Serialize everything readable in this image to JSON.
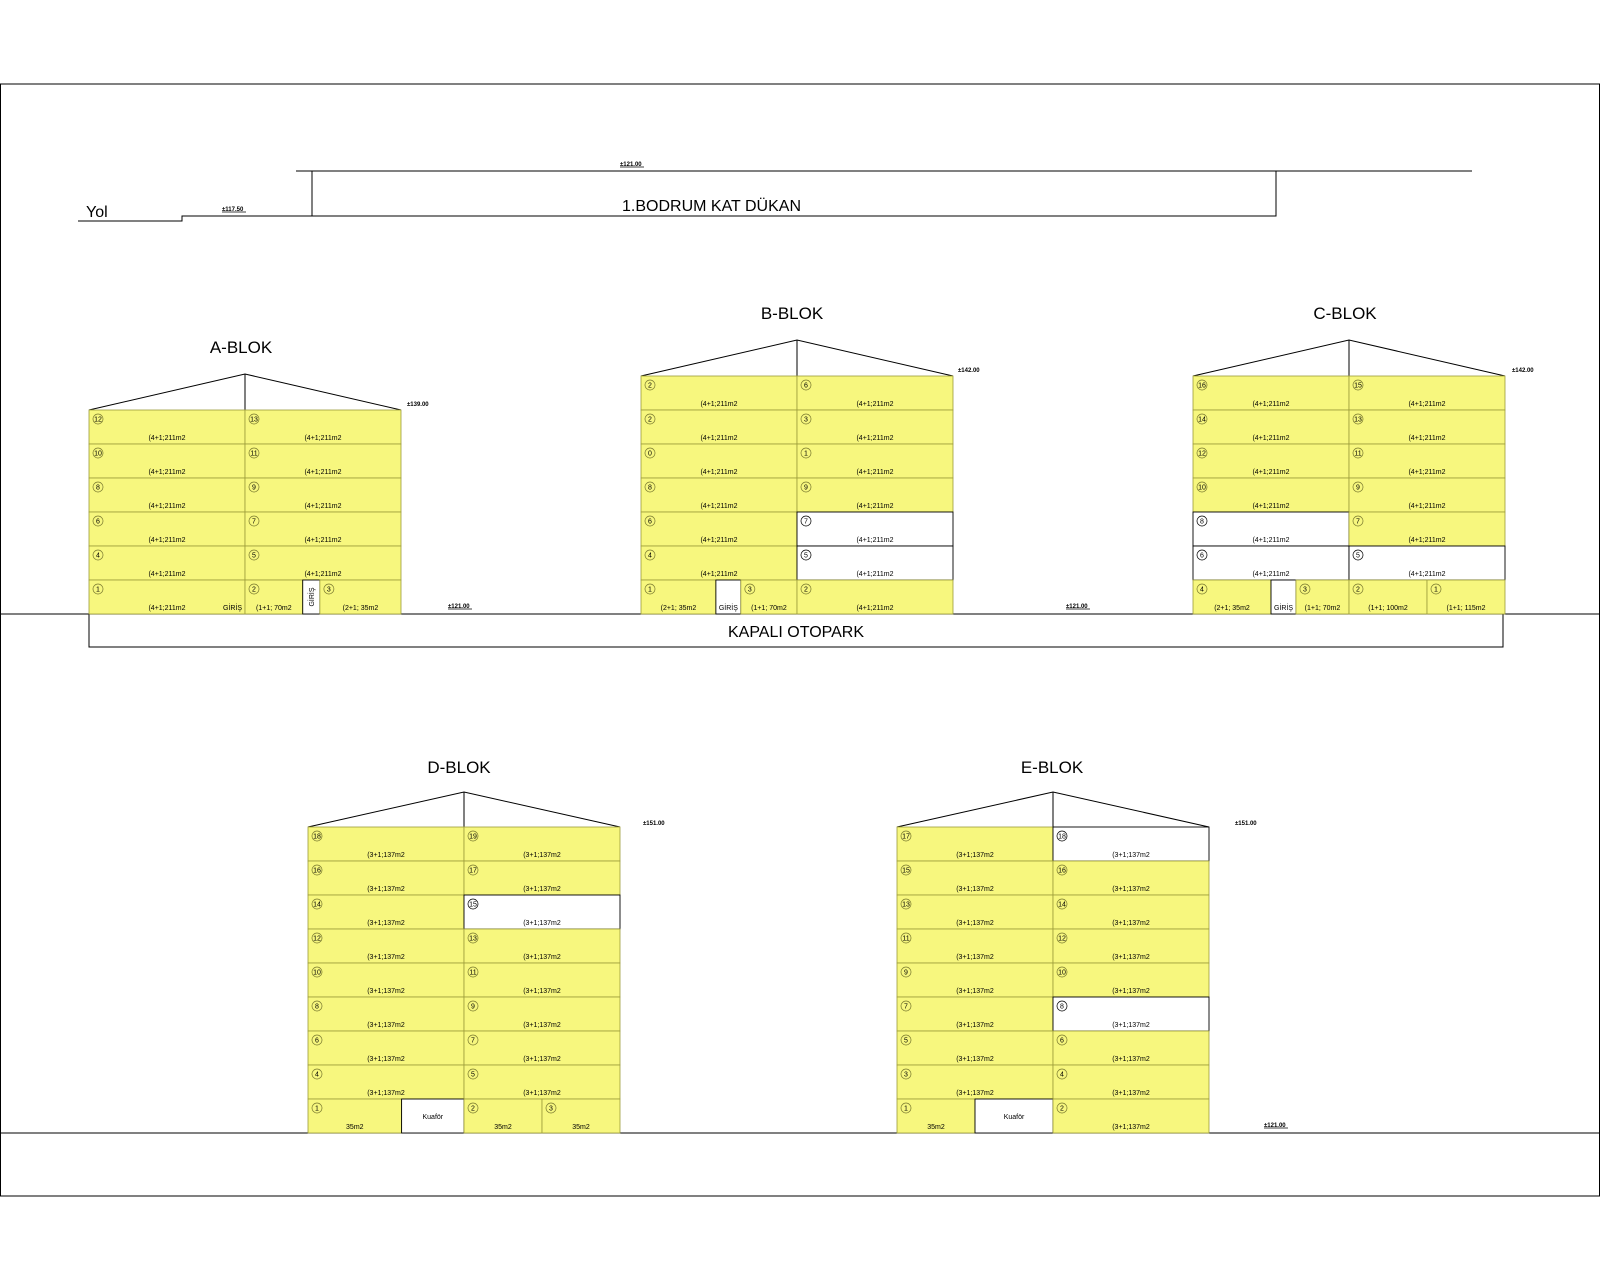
{
  "top": {
    "road_label": "Yol",
    "road_elev": "±117.50",
    "shop_label": "1.BODRUM KAT DÜKAN",
    "shop_elev": "±121.00"
  },
  "parking": {
    "label": "KAPALI OTOPARK",
    "elev_left": "±121.00",
    "elev_right": "±121.00"
  },
  "blocks": [
    {
      "key": "a",
      "title": "A-BLOK",
      "roof_elev": "±139.00",
      "floors": [
        {
          "cells": [
            {
              "span": 1,
              "num": "12",
              "desc": "(4+1;211m2"
            },
            {
              "span": 1,
              "num": "13",
              "desc": "(4+1;211m2"
            }
          ]
        },
        {
          "cells": [
            {
              "span": 1,
              "num": "10",
              "desc": "(4+1;211m2"
            },
            {
              "span": 1,
              "num": "11",
              "desc": "(4+1;211m2"
            }
          ]
        },
        {
          "cells": [
            {
              "span": 1,
              "num": "8",
              "desc": "(4+1;211m2"
            },
            {
              "span": 1,
              "num": "9",
              "desc": "(4+1;211m2"
            }
          ]
        },
        {
          "cells": [
            {
              "span": 1,
              "num": "6",
              "desc": "(4+1;211m2"
            },
            {
              "span": 1,
              "num": "7",
              "desc": "(4+1;211m2"
            }
          ]
        },
        {
          "cells": [
            {
              "span": 1,
              "num": "4",
              "desc": "(4+1;211m2"
            },
            {
              "span": 1,
              "num": "5",
              "desc": "(4+1;211m2"
            }
          ]
        },
        {
          "cells": [
            {
              "span": 1,
              "num": "1",
              "desc": "(4+1;211m2",
              "extra": "GİRİŞ"
            },
            {
              "span": 0.37,
              "num": "2",
              "desc": "(1+1; 70m2"
            },
            {
              "span": 0.11,
              "white": true,
              "vtext": "GİRİŞ"
            },
            {
              "span": 0.52,
              "num": "3",
              "desc": "(2+1; 35m2"
            }
          ]
        }
      ]
    },
    {
      "key": "b",
      "title": "B-BLOK",
      "roof_elev": "±142.00",
      "floors": [
        {
          "cells": [
            {
              "span": 1,
              "num": "2",
              "desc": "(4+1;211m2"
            },
            {
              "span": 1,
              "num": "6",
              "desc": "(4+1;211m2"
            }
          ]
        },
        {
          "cells": [
            {
              "span": 1,
              "num": "2",
              "desc": "(4+1;211m2"
            },
            {
              "span": 1,
              "num": "3",
              "desc": "(4+1;211m2"
            }
          ]
        },
        {
          "cells": [
            {
              "span": 1,
              "num": "0",
              "desc": "(4+1;211m2"
            },
            {
              "span": 1,
              "num": "1",
              "desc": "(4+1;211m2"
            }
          ]
        },
        {
          "cells": [
            {
              "span": 1,
              "num": "8",
              "desc": "(4+1;211m2"
            },
            {
              "span": 1,
              "num": "9",
              "desc": "(4+1;211m2"
            }
          ]
        },
        {
          "cells": [
            {
              "span": 1,
              "num": "6",
              "desc": "(4+1;211m2"
            },
            {
              "span": 1,
              "num": "7",
              "desc": "(4+1;211m2",
              "white": true
            }
          ]
        },
        {
          "cells": [
            {
              "span": 1,
              "num": "4",
              "desc": "(4+1;211m2"
            },
            {
              "span": 1,
              "num": "5",
              "desc": "(4+1;211m2",
              "white": true
            }
          ]
        },
        {
          "cells": [
            {
              "span": 0.48,
              "num": "1",
              "desc": "(2+1; 35m2"
            },
            {
              "span": 0.16,
              "white": true,
              "btext": "GİRİŞ"
            },
            {
              "span": 0.36,
              "num": "3",
              "desc": "(1+1; 70m2"
            },
            {
              "span": 1,
              "num": "2",
              "desc": "(4+1;211m2"
            }
          ]
        }
      ]
    },
    {
      "key": "c",
      "title": "C-BLOK",
      "roof_elev": "±142.00",
      "floors": [
        {
          "cells": [
            {
              "span": 1,
              "num": "16",
              "desc": "(4+1;211m2"
            },
            {
              "span": 1,
              "num": "15",
              "desc": "(4+1;211m2"
            }
          ]
        },
        {
          "cells": [
            {
              "span": 1,
              "num": "14",
              "desc": "(4+1;211m2"
            },
            {
              "span": 1,
              "num": "13",
              "desc": "(4+1;211m2"
            }
          ]
        },
        {
          "cells": [
            {
              "span": 1,
              "num": "12",
              "desc": "(4+1;211m2"
            },
            {
              "span": 1,
              "num": "11",
              "desc": "(4+1;211m2"
            }
          ]
        },
        {
          "cells": [
            {
              "span": 1,
              "num": "10",
              "desc": "(4+1;211m2"
            },
            {
              "span": 1,
              "num": "9",
              "desc": "(4+1;211m2"
            }
          ]
        },
        {
          "cells": [
            {
              "span": 1,
              "num": "8",
              "desc": "(4+1;211m2",
              "white": true
            },
            {
              "span": 1,
              "num": "7",
              "desc": "(4+1;211m2"
            }
          ]
        },
        {
          "cells": [
            {
              "span": 1,
              "num": "6",
              "desc": "(4+1;211m2",
              "white": true
            },
            {
              "span": 1,
              "num": "5",
              "desc": "(4+1;211m2",
              "white": true
            }
          ]
        },
        {
          "cells": [
            {
              "span": 0.5,
              "num": "4",
              "desc": "(2+1; 35m2"
            },
            {
              "span": 0.16,
              "white": true,
              "btext": "GİRİŞ"
            },
            {
              "span": 0.34,
              "num": "3",
              "desc": "(1+1; 70m2"
            },
            {
              "span": 0.5,
              "num": "2",
              "desc": "(1+1; 100m2"
            },
            {
              "span": 0.5,
              "num": "1",
              "desc": "(1+1; 115m2"
            }
          ]
        }
      ]
    },
    {
      "key": "d",
      "title": "D-BLOK",
      "roof_elev": "±151.00",
      "floors": [
        {
          "cells": [
            {
              "span": 1,
              "num": "18",
              "desc": "(3+1;137m2"
            },
            {
              "span": 1,
              "num": "19",
              "desc": "(3+1;137m2"
            }
          ]
        },
        {
          "cells": [
            {
              "span": 1,
              "num": "16",
              "desc": "(3+1;137m2"
            },
            {
              "span": 1,
              "num": "17",
              "desc": "(3+1;137m2"
            }
          ]
        },
        {
          "cells": [
            {
              "span": 1,
              "num": "14",
              "desc": "(3+1;137m2"
            },
            {
              "span": 1,
              "num": "15",
              "desc": "(3+1;137m2",
              "white": true
            }
          ]
        },
        {
          "cells": [
            {
              "span": 1,
              "num": "12",
              "desc": "(3+1;137m2"
            },
            {
              "span": 1,
              "num": "13",
              "desc": "(3+1;137m2"
            }
          ]
        },
        {
          "cells": [
            {
              "span": 1,
              "num": "10",
              "desc": "(3+1;137m2"
            },
            {
              "span": 1,
              "num": "11",
              "desc": "(3+1;137m2"
            }
          ]
        },
        {
          "cells": [
            {
              "span": 1,
              "num": "8",
              "desc": "(3+1;137m2"
            },
            {
              "span": 1,
              "num": "9",
              "desc": "(3+1;137m2"
            }
          ]
        },
        {
          "cells": [
            {
              "span": 1,
              "num": "6",
              "desc": "(3+1;137m2"
            },
            {
              "span": 1,
              "num": "7",
              "desc": "(3+1;137m2"
            }
          ]
        },
        {
          "cells": [
            {
              "span": 1,
              "num": "4",
              "desc": "(3+1;137m2"
            },
            {
              "span": 1,
              "num": "5",
              "desc": "(3+1;137m2"
            }
          ]
        },
        {
          "cells": [
            {
              "span": 0.6,
              "num": "1",
              "desc": "35m2"
            },
            {
              "span": 0.4,
              "white": true,
              "ctext": "Kuaför"
            },
            {
              "span": 0.5,
              "num": "2",
              "desc": "35m2"
            },
            {
              "span": 0.5,
              "num": "3",
              "desc": "35m2"
            }
          ]
        }
      ]
    },
    {
      "key": "e",
      "title": "E-BLOK",
      "roof_elev": "±151.00",
      "floors": [
        {
          "cells": [
            {
              "span": 1,
              "num": "17",
              "desc": "(3+1;137m2"
            },
            {
              "span": 1,
              "num": "18",
              "desc": "(3+1;137m2",
              "white": true
            }
          ]
        },
        {
          "cells": [
            {
              "span": 1,
              "num": "15",
              "desc": "(3+1;137m2"
            },
            {
              "span": 1,
              "num": "16",
              "desc": "(3+1;137m2"
            }
          ]
        },
        {
          "cells": [
            {
              "span": 1,
              "num": "13",
              "desc": "(3+1;137m2"
            },
            {
              "span": 1,
              "num": "14",
              "desc": "(3+1;137m2"
            }
          ]
        },
        {
          "cells": [
            {
              "span": 1,
              "num": "11",
              "desc": "(3+1;137m2"
            },
            {
              "span": 1,
              "num": "12",
              "desc": "(3+1;137m2"
            }
          ]
        },
        {
          "cells": [
            {
              "span": 1,
              "num": "9",
              "desc": "(3+1;137m2"
            },
            {
              "span": 1,
              "num": "10",
              "desc": "(3+1;137m2"
            }
          ]
        },
        {
          "cells": [
            {
              "span": 1,
              "num": "7",
              "desc": "(3+1;137m2"
            },
            {
              "span": 1,
              "num": "8",
              "desc": "(3+1;137m2",
              "white": true
            }
          ]
        },
        {
          "cells": [
            {
              "span": 1,
              "num": "5",
              "desc": "(3+1;137m2"
            },
            {
              "span": 1,
              "num": "6",
              "desc": "(3+1;137m2"
            }
          ]
        },
        {
          "cells": [
            {
              "span": 1,
              "num": "3",
              "desc": "(3+1;137m2"
            },
            {
              "span": 1,
              "num": "4",
              "desc": "(3+1;137m2"
            }
          ]
        },
        {
          "cells": [
            {
              "span": 0.5,
              "num": "1",
              "desc": "35m2"
            },
            {
              "span": 0.5,
              "white": true,
              "ctext": "Kuaför"
            },
            {
              "span": 1,
              "num": "2",
              "desc": "(3+1;137m2"
            }
          ]
        }
      ]
    }
  ],
  "bottom": {
    "elev": "±121.00"
  },
  "colors": {
    "unit_fill": "#f7f77e",
    "unit_stroke": "#9c9c3a",
    "line": "#000000"
  }
}
